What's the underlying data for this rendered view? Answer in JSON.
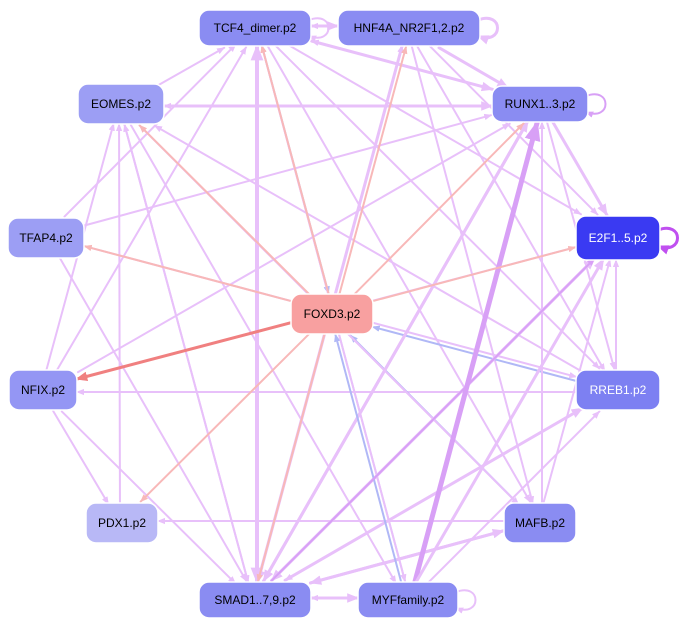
{
  "diagram": {
    "type": "directed-network",
    "nodes": [
      {
        "id": "tcf4",
        "label": "TCF4_dimer.p2",
        "fill": "#8a8cf2",
        "text": "#000000"
      },
      {
        "id": "hnf4a",
        "label": "HNF4A_NR2F1,2.p2",
        "fill": "#8a8cf2",
        "text": "#000000"
      },
      {
        "id": "eomes",
        "label": "EOMES.p2",
        "fill": "#9c9ef4",
        "text": "#000000"
      },
      {
        "id": "runx",
        "label": "RUNX1..3.p2",
        "fill": "#8a8cf2",
        "text": "#000000"
      },
      {
        "id": "tfap4",
        "label": "TFAP4.p2",
        "fill": "#9c9ef4",
        "text": "#000000"
      },
      {
        "id": "e2f",
        "label": "E2F1..5.p2",
        "fill": "#3a3af2",
        "text": "#ffffff"
      },
      {
        "id": "foxd3",
        "label": "FOXD3.p2",
        "fill": "#f8a0a0",
        "text": "#000000"
      },
      {
        "id": "nfix",
        "label": "NFIX.p2",
        "fill": "#9496f4",
        "text": "#000000"
      },
      {
        "id": "rreb",
        "label": "RREB1.p2",
        "fill": "#7d80f2",
        "text": "#ffffff"
      },
      {
        "id": "pdx1",
        "label": "PDX1.p2",
        "fill": "#b8b8f6",
        "text": "#000000"
      },
      {
        "id": "mafb",
        "label": "MAFB.p2",
        "fill": "#8a8cf2",
        "text": "#000000"
      },
      {
        "id": "smad",
        "label": "SMAD1..7,9.p2",
        "fill": "#8a8cf2",
        "text": "#000000"
      },
      {
        "id": "myf",
        "label": "MYFfamily.p2",
        "fill": "#8a8cf2",
        "text": "#000000"
      }
    ],
    "edges": [
      {
        "from": "tcf4",
        "to": "hnf4a",
        "color": "#e8c0fa",
        "weight": 3
      },
      {
        "from": "hnf4a",
        "to": "tcf4",
        "color": "#e8c0fa",
        "weight": 2
      },
      {
        "from": "tcf4",
        "to": "runx",
        "color": "#e8c0fa",
        "weight": 3
      },
      {
        "from": "tcf4",
        "to": "e2f",
        "color": "#e8c0fa",
        "weight": 2
      },
      {
        "from": "tcf4",
        "to": "rreb",
        "color": "#e8c0fa",
        "weight": 2
      },
      {
        "from": "tcf4",
        "to": "mafb",
        "color": "#e8c0fa",
        "weight": 2
      },
      {
        "from": "tcf4",
        "to": "smad",
        "color": "#e8c0fa",
        "weight": 4
      },
      {
        "from": "tcf4",
        "to": "foxd3",
        "color": "#b0b8f6",
        "weight": 2
      },
      {
        "from": "tcf4",
        "to": "myf",
        "color": "#e8c0fa",
        "weight": 2
      },
      {
        "from": "hnf4a",
        "to": "runx",
        "color": "#e8c0fa",
        "weight": 3
      },
      {
        "from": "hnf4a",
        "to": "e2f",
        "color": "#e8c0fa",
        "weight": 2
      },
      {
        "from": "hnf4a",
        "to": "mafb",
        "color": "#e8c0fa",
        "weight": 2
      },
      {
        "from": "hnf4a",
        "to": "smad",
        "color": "#e8c0fa",
        "weight": 3
      },
      {
        "from": "hnf4a",
        "to": "rreb",
        "color": "#e8c0fa",
        "weight": 2
      },
      {
        "from": "eomes",
        "to": "tcf4",
        "color": "#e8c0fa",
        "weight": 2
      },
      {
        "from": "eomes",
        "to": "runx",
        "color": "#e8c0fa",
        "weight": 3
      },
      {
        "from": "eomes",
        "to": "smad",
        "color": "#e8c0fa",
        "weight": 2
      },
      {
        "from": "eomes",
        "to": "myf",
        "color": "#e8c0fa",
        "weight": 2
      },
      {
        "from": "eomes",
        "to": "mafb",
        "color": "#e8c0fa",
        "weight": 2
      },
      {
        "from": "runx",
        "to": "eomes",
        "color": "#e8c0fa",
        "weight": 2
      },
      {
        "from": "runx",
        "to": "tcf4",
        "color": "#e8c0fa",
        "weight": 2
      },
      {
        "from": "runx",
        "to": "e2f",
        "color": "#e8c0fa",
        "weight": 3
      },
      {
        "from": "runx",
        "to": "smad",
        "color": "#e8c0fa",
        "weight": 3
      },
      {
        "from": "runx",
        "to": "rreb",
        "color": "#e8c0fa",
        "weight": 2
      },
      {
        "from": "tfap4",
        "to": "runx",
        "color": "#e8c0fa",
        "weight": 2
      },
      {
        "from": "tfap4",
        "to": "smad",
        "color": "#e8c0fa",
        "weight": 2
      },
      {
        "from": "tfap4",
        "to": "rreb",
        "color": "#e8c0fa",
        "weight": 2
      },
      {
        "from": "tfap4",
        "to": "tcf4",
        "color": "#e8c0fa",
        "weight": 2
      },
      {
        "from": "e2f",
        "to": "smad",
        "color": "#e8c0fa",
        "weight": 3
      },
      {
        "from": "e2f",
        "to": "nfix",
        "color": "#e8c0fa",
        "weight": 2
      },
      {
        "from": "rreb",
        "to": "e2f",
        "color": "#e8c0fa",
        "weight": 2
      },
      {
        "from": "rreb",
        "to": "foxd3",
        "color": "#b0b8f6",
        "weight": 2
      },
      {
        "from": "rreb",
        "to": "eomes",
        "color": "#e8c0fa",
        "weight": 2
      },
      {
        "from": "rreb",
        "to": "nfix",
        "color": "#e8c0fa",
        "weight": 2
      },
      {
        "from": "rreb",
        "to": "smad",
        "color": "#e8c0fa",
        "weight": 2
      },
      {
        "from": "nfix",
        "to": "tcf4",
        "color": "#e8c0fa",
        "weight": 2
      },
      {
        "from": "nfix",
        "to": "eomes",
        "color": "#e8c0fa",
        "weight": 2
      },
      {
        "from": "nfix",
        "to": "pdx1",
        "color": "#e8c0fa",
        "weight": 2
      },
      {
        "from": "nfix",
        "to": "smad",
        "color": "#e8c0fa",
        "weight": 2
      },
      {
        "from": "nfix",
        "to": "runx",
        "color": "#e8c0fa",
        "weight": 2
      },
      {
        "from": "mafb",
        "to": "pdx1",
        "color": "#e8c0fa",
        "weight": 2
      },
      {
        "from": "mafb",
        "to": "foxd3",
        "color": "#b0b8f6",
        "weight": 2
      },
      {
        "from": "mafb",
        "to": "e2f",
        "color": "#e8c0fa",
        "weight": 2
      },
      {
        "from": "mafb",
        "to": "runx",
        "color": "#e8c0fa",
        "weight": 2
      },
      {
        "from": "mafb",
        "to": "smad",
        "color": "#e8c0fa",
        "weight": 3
      },
      {
        "from": "mafb",
        "to": "eomes",
        "color": "#e8c0fa",
        "weight": 2
      },
      {
        "from": "smad",
        "to": "myf",
        "color": "#e8c0fa",
        "weight": 3
      },
      {
        "from": "smad",
        "to": "tcf4",
        "color": "#e8c0fa",
        "weight": 4
      },
      {
        "from": "smad",
        "to": "runx",
        "color": "#e8c0fa",
        "weight": 3
      },
      {
        "from": "smad",
        "to": "e2f",
        "color": "#e8c0fa",
        "weight": 3
      },
      {
        "from": "smad",
        "to": "rreb",
        "color": "#e8c0fa",
        "weight": 3
      },
      {
        "from": "smad",
        "to": "mafb",
        "color": "#e8c0fa",
        "weight": 3
      },
      {
        "from": "smad",
        "to": "eomes",
        "color": "#e8c0fa",
        "weight": 2
      },
      {
        "from": "smad",
        "to": "hnf4a",
        "color": "#e8c0fa",
        "weight": 2
      },
      {
        "from": "myf",
        "to": "smad",
        "color": "#e8c0fa",
        "weight": 2
      },
      {
        "from": "myf",
        "to": "runx",
        "color": "#d8a0f6",
        "weight": 5
      },
      {
        "from": "myf",
        "to": "e2f",
        "color": "#e8c0fa",
        "weight": 3
      },
      {
        "from": "myf",
        "to": "foxd3",
        "color": "#b0b8f6",
        "weight": 2
      },
      {
        "from": "myf",
        "to": "rreb",
        "color": "#e8c0fa",
        "weight": 2
      },
      {
        "from": "myf",
        "to": "tcf4",
        "color": "#e8c0fa",
        "weight": 2
      },
      {
        "from": "pdx1",
        "to": "eomes",
        "color": "#e8c0fa",
        "weight": 2
      },
      {
        "from": "smad",
        "to": "e2f",
        "color": "#d8a0f6",
        "weight": 2
      },
      {
        "from": "foxd3",
        "to": "hnf4a",
        "color": "#f8b8b8",
        "weight": 2
      },
      {
        "from": "foxd3",
        "to": "runx",
        "color": "#f8b8b8",
        "weight": 2
      },
      {
        "from": "foxd3",
        "to": "e2f",
        "color": "#f8b8b8",
        "weight": 2
      },
      {
        "from": "foxd3",
        "to": "eomes",
        "color": "#f8b8b8",
        "weight": 2
      },
      {
        "from": "foxd3",
        "to": "tfap4",
        "color": "#f8b8b8",
        "weight": 2
      },
      {
        "from": "foxd3",
        "to": "nfix",
        "color": "#f08080",
        "weight": 3
      },
      {
        "from": "foxd3",
        "to": "pdx1",
        "color": "#f8b8b8",
        "weight": 2
      },
      {
        "from": "foxd3",
        "to": "smad",
        "color": "#f8b8b8",
        "weight": 2
      },
      {
        "from": "foxd3",
        "to": "tcf4",
        "color": "#f8b8b8",
        "weight": 2
      }
    ],
    "self_loops": [
      {
        "node": "tcf4",
        "color": "#e8c0fa",
        "weight": 2
      },
      {
        "node": "hnf4a",
        "color": "#e8c0fa",
        "weight": 3
      },
      {
        "node": "runx",
        "color": "#d8a0f6",
        "weight": 2
      },
      {
        "node": "e2f",
        "color": "#c050f0",
        "weight": 3
      },
      {
        "node": "myf",
        "color": "#e8c0fa",
        "weight": 2
      }
    ]
  }
}
